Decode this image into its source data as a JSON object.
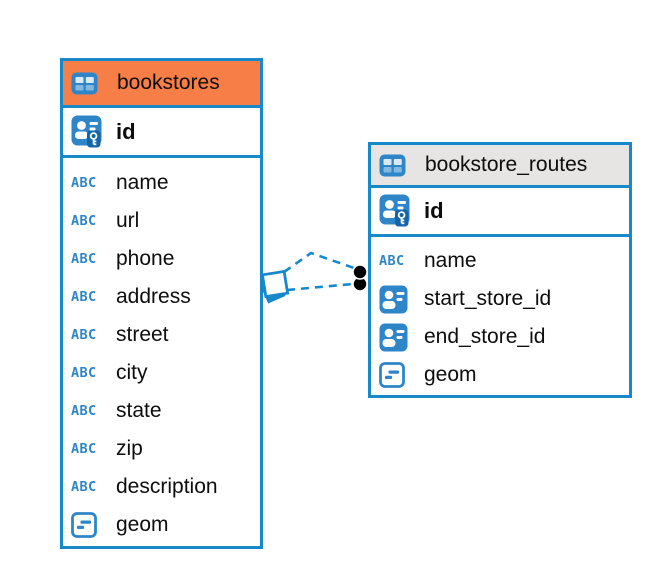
{
  "diagram": {
    "tables": [
      {
        "name": "bookstores",
        "header_color": "#f87e48",
        "columns": [
          {
            "name": "id",
            "type": "primary-key"
          },
          {
            "name": "name",
            "type": "text"
          },
          {
            "name": "url",
            "type": "text"
          },
          {
            "name": "phone",
            "type": "text"
          },
          {
            "name": "address",
            "type": "text"
          },
          {
            "name": "street",
            "type": "text"
          },
          {
            "name": "city",
            "type": "text"
          },
          {
            "name": "state",
            "type": "text"
          },
          {
            "name": "zip",
            "type": "text"
          },
          {
            "name": "description",
            "type": "text"
          },
          {
            "name": "geom",
            "type": "geometry"
          }
        ]
      },
      {
        "name": "bookstore_routes",
        "header_color": "#e6e5e3",
        "columns": [
          {
            "name": "id",
            "type": "primary-key"
          },
          {
            "name": "name",
            "type": "text"
          },
          {
            "name": "start_store_id",
            "type": "reference"
          },
          {
            "name": "end_store_id",
            "type": "reference"
          },
          {
            "name": "geom",
            "type": "geometry"
          }
        ]
      }
    ],
    "connector": {
      "style": "dashed",
      "color": "#1789cb",
      "line_count": 2,
      "from_table": "bookstores",
      "to_table": "bookstore_routes",
      "left_end_symbol": "stacked-squares",
      "right_end_symbol": "filled-dots"
    }
  },
  "icons": {
    "text_label": "ABC"
  },
  "colors": {
    "accent_blue": "#1789cb",
    "icon_blue": "#2e86c9",
    "header_orange": "#f87e48",
    "header_gray": "#e6e5e3",
    "text": "#0d0d0d",
    "endpoint_black": "#000000"
  }
}
